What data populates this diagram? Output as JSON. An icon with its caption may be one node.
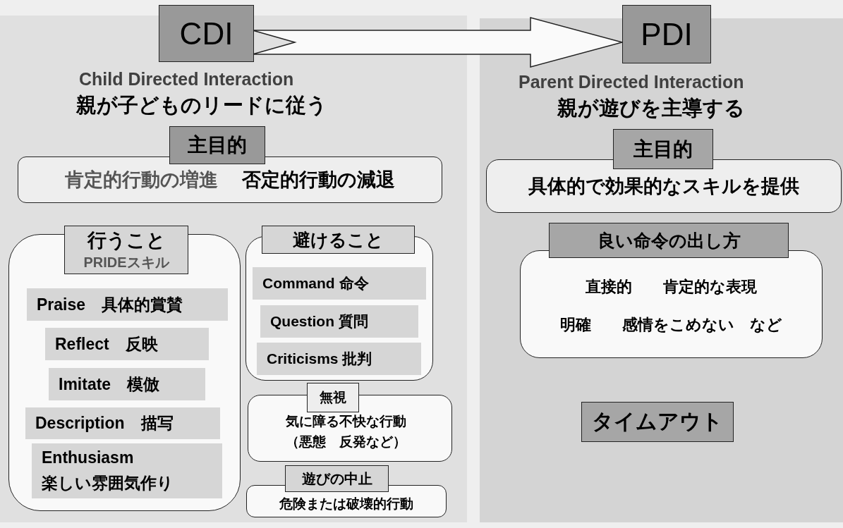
{
  "diagram": {
    "nodes": [
      {
        "text": [
          "CDI"
        ]
      },
      {
        "text": [
          "PDI"
        ]
      },
      {
        "text": [
          "Child Directed Interaction",
          "親が子どものリードに従う"
        ]
      },
      {
        "text": [
          "Parent Directed Interaction",
          "親が遊びを主導する"
        ]
      },
      {
        "text": [
          "主目的"
        ],
        "in": 2
      },
      {
        "text": [
          "肯定的行動の増進",
          "否定的行動の減退"
        ],
        "in": 2
      },
      {
        "text": [
          "行うこと",
          "PRIDEスキル"
        ],
        "in": 2
      },
      {
        "text": [],
        "shape": "box",
        "in": 2
      },
      {
        "text": [
          "Praise　具体的賞賛"
        ],
        "in": 7
      },
      {
        "text": [
          "Reflect　反映"
        ],
        "in": 7
      },
      {
        "text": [
          "Imitate　模倣"
        ],
        "in": 7
      },
      {
        "text": [
          "Description　描写"
        ],
        "in": 7
      },
      {
        "text": [
          "Enthusiasm 楽しい雰囲気作り"
        ],
        "in": 7
      },
      {
        "text": [
          "避けること"
        ],
        "in": 2
      },
      {
        "text": [],
        "shape": "box",
        "in": 2
      },
      {
        "text": [
          "Command 命令"
        ],
        "in": 14
      },
      {
        "text": [
          "Question 質問"
        ],
        "in": 14
      },
      {
        "text": [
          "Criticisms 批判"
        ],
        "in": 14
      },
      {
        "text": [
          "無視"
        ],
        "in": 2
      },
      {
        "text": [
          "気に障る不快な行動（悪態　反発など）"
        ],
        "in": 2
      },
      {
        "text": [
          "遊びの中止"
        ],
        "in": 2
      },
      {
        "text": [
          "危険または破壊的行動"
        ],
        "in": 2
      },
      {
        "text": [
          "主目的"
        ],
        "in": 3
      },
      {
        "text": [
          "具体的で効果的なスキルを提供"
        ],
        "in": 3
      },
      {
        "text": [
          "良い命令の出し方"
        ],
        "in": 3
      },
      {
        "text": [
          "直接的　　肯定的な表現",
          "明確　　感情をこめない　など"
        ],
        "in": 3
      },
      {
        "text": [
          "タイムアウト"
        ],
        "in": 3
      }
    ],
    "edges": [
      {
        "from": 0,
        "to": 1,
        "arrow": "to"
      }
    ]
  }
}
